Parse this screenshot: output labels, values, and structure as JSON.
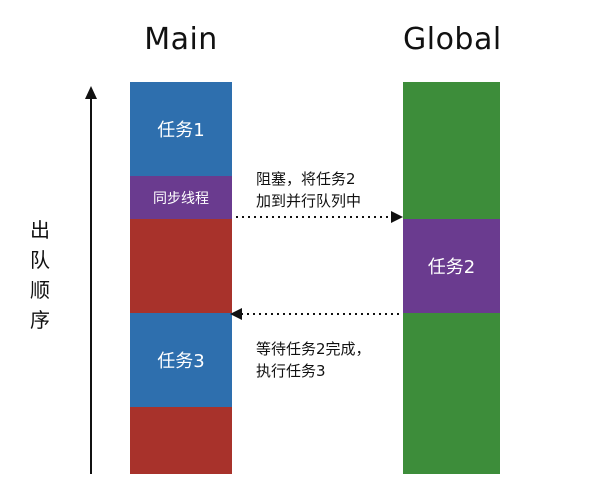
{
  "columns": {
    "main": {
      "title": "Main",
      "blocks": [
        {
          "label": "任务1",
          "color": "#2e6fae",
          "start": 0.0,
          "end": 0.24
        },
        {
          "label": "同步线程",
          "color": "#6a3b8f",
          "start": 0.24,
          "end": 0.35
        },
        {
          "label": "",
          "color": "#a8322b",
          "start": 0.35,
          "end": 0.59
        },
        {
          "label": "任务3",
          "color": "#2e6fae",
          "start": 0.59,
          "end": 0.83
        },
        {
          "label": "",
          "color": "#a8322b",
          "start": 0.83,
          "end": 1.0
        }
      ]
    },
    "global": {
      "title": "Global",
      "blocks": [
        {
          "label": "",
          "color": "#3d8d3a",
          "start": 0.0,
          "end": 0.35
        },
        {
          "label": "任务2",
          "color": "#6a3b8f",
          "start": 0.35,
          "end": 0.59
        },
        {
          "label": "",
          "color": "#3d8d3a",
          "start": 0.59,
          "end": 1.0
        }
      ]
    }
  },
  "annotations": {
    "blocked": {
      "line1": "阻塞，将任务2",
      "line2": "加到并行队列中"
    },
    "wait": {
      "line1": "等待任务2完成，",
      "line2": "执行任务3"
    }
  },
  "vertical_label": [
    "出",
    "队",
    "顺",
    "序"
  ],
  "colors": {
    "arrow": "#111111"
  }
}
